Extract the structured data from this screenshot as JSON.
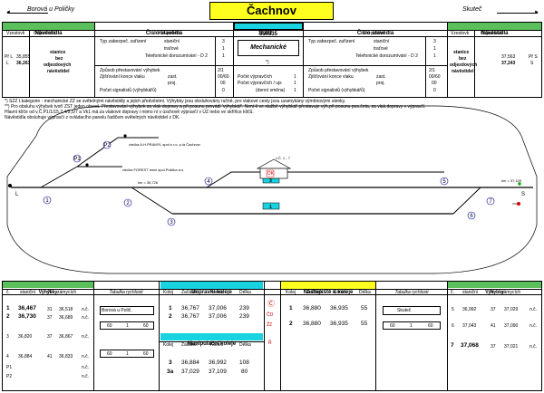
{
  "header": {
    "station": "Čachnov",
    "left_neighbour": "Borová u Poličky",
    "right_neighbour": "Skuteč"
  },
  "top_table": {
    "left": {
      "navestidla": "Návěstidla",
      "cislo_stavedla": "Číslo stavědla",
      "vzestovane": "Vzestovk",
      "odjezdove": "Odjezdová",
      "km_poloha": "Km poloha",
      "pr_l": "Př L",
      "pr_l_km": "35,855",
      "l": "L",
      "l_km": "36,263",
      "stanice_bez": "stanice",
      "stanice_bez2": "bez",
      "stanice_bez3": "odjezdových",
      "stanice_bez4": "návěstidel",
      "typ_zabezp": "Typ zabezpeč. zařízení",
      "stanicni": "staniční",
      "tratove": "traťové",
      "telefonicke": "Telefonické dorozumívání - D 2",
      "n3": "3",
      "n1": "1",
      "n1b": "1",
      "zpusob": "Způsob přestavování výhybek",
      "zjistovani": "Zjišťování konce vlaku",
      "zast": "zast.",
      "proj": "proj.",
      "pocet": "Počet signalistů (výhybkářů)",
      "v21": "2/1",
      "v0060": "00/60",
      "v00": "00",
      "v0": "0"
    },
    "center": {
      "code": "550335",
      "km": "36,662",
      "type": "Mechanické",
      "star": "*)",
      "pocet_vypravcich": "Počet výpravčích",
      "pocet_vyprav_ujs": "Počet výpravčích / ujs",
      "denni": "(denní směna)",
      "c1": "1",
      "c1b": "1",
      "c1c": "1"
    },
    "right": {
      "navestidla": "Návěstidla",
      "cislo_stavedla": "Číslo stavědla",
      "vzestovane": "Vzestovk",
      "odjezdove": "Odjezdová",
      "km_poloha": "Km poloha",
      "typ_zabezp": "Typ zabezpeč. zařízení",
      "stanicni": "staniční",
      "tratove": "traťové",
      "telefonicke": "Telefonické dorozumívání - D 2",
      "n3": "3",
      "n1": "1",
      "n1b": "1",
      "zpusob": "Způsob přestavování výhybek",
      "zjistovani": "Zjišťování konce vlaku",
      "zast": "zast.",
      "proj": "proj.",
      "pocet": "Počet signalistů (výhybkářů)",
      "v21": "2/1",
      "v0060": "00/60",
      "v00": "00",
      "v0": "0",
      "stanice_bez": "stanice",
      "stanice_bez2": "bez",
      "stanice_bez3": "odjezdových",
      "stanice_bez4": "návěstidel",
      "pr_s_km": "37,563",
      "pr_s": "Př S",
      "s_km": "37,243",
      "s": "S"
    }
  },
  "notes": [
    "*)  SZZ I.kategorie - mechanické ZZ se světelnými návěstidly a jejich předvěstmi. Výhybky jsou obsluhovány ručně, pro vlakové cesty jsou uzamykány výměnovými zámky.",
    "**) Pro obsluhu výhybek tvoří ZST jeden obvod. Přestavování výhybek za vlak dopravy a při posunu provádí 'výhybkář'. Není-li ve službě výhybkář přestavuje výh.při posunu pos.četa, za vlak.dopravy v výpravčí.",
    "     Hlavní klíče od v.Č.P1/1/15,2,4/3,5/7 a Vk1 má za vlakové dopravy i mimo ní v úschově výpravčí v ÚZ nebo ve skříňce klíčů.",
    "     Návěstidla obsluhuje výpravčí z ovládacího panelu řadičem světelných návěstidel z DK."
  ],
  "diagram": {
    "siding1": "vlečka A.H.PRAMYL spol.s r.o. p.la Čachnov",
    "siding2": "vlečka FOREST lesní spol.Polička a.s.",
    "km_left": "km = 36,726",
    "km_right": "km = 37,109",
    "vd": "v.Č. 1 - 7",
    "dk": "DK",
    "l": "L",
    "s": "S",
    "track1": "1",
    "track3": "3",
    "sw": [
      "1",
      "2",
      "3",
      "4",
      "5",
      "6",
      "7"
    ]
  },
  "bottom": {
    "vyhybky_left": "Výhybky",
    "tab_rychlosti_left": "Tabulka rychlosti",
    "dopravni_koleje": "Dopravní koleje",
    "manipulacni_koleje": "Manipulační koleje",
    "nastupiste": "Nástupiště u koleje",
    "tab_rychlosti_right": "Tabulka rychlosti",
    "vyhybky_right": "Výhybky",
    "hdr_c": "č.",
    "hdr_stanicni": "staniční",
    "hdr_n": "N",
    "hdr_zamykani": "zámycích",
    "hdr_zadani": "Zádání",
    "hdr_konec": "Konec",
    "hdr_delka": "Délka",
    "hdr_zacatek": "Začátek",
    "hdr_kolej": "Kolej",
    "left_rows": [
      {
        "c": "1",
        "km": "36,467",
        "n": "31",
        "z": "36,518",
        "t": "n.č."
      },
      {
        "c": "2",
        "km": "36,730",
        "n": "37",
        "z": "36,689",
        "t": "n.č."
      },
      {
        "c": "3",
        "km": "36,820",
        "n": "37",
        "z": "36,867",
        "t": "n.č."
      },
      {
        "c": "4",
        "km": "36,884",
        "n": "41",
        "z": "36,833",
        "t": "n.č."
      },
      {
        "c": "P1",
        "km": "",
        "n": "",
        "z": "",
        "t": "n.č."
      },
      {
        "c": "P2",
        "km": "",
        "n": "",
        "z": "",
        "t": "n.č."
      }
    ],
    "speed_left": "Borová u Polič.",
    "speed_vals": [
      "60",
      "1",
      "60",
      "60",
      "1",
      "60"
    ],
    "doprav_rows": [
      {
        "k": "1",
        "z": "36,767",
        "kn": "37,006",
        "d": "239"
      },
      {
        "k": "2",
        "z": "36,767",
        "kn": "37,006",
        "d": "239"
      }
    ],
    "manip_rows": [
      {
        "k": "3",
        "z": "36,884",
        "kn": "36,992",
        "d": "108"
      },
      {
        "k": "3a",
        "z": "37,029",
        "kn": "37,109",
        "d": "80"
      }
    ],
    "marks": [
      "Ⓒ",
      "ČD",
      "ŽZ",
      "Ř"
    ],
    "nast_rows": [
      {
        "k": "1",
        "z": "36,880",
        "kn": "36,935",
        "d": "55"
      },
      {
        "k": "2",
        "z": "36,880",
        "kn": "36,935",
        "d": "55"
      }
    ],
    "speed_right": "Skuteč",
    "right_rows": [
      {
        "c": "5",
        "km": "36,992",
        "n": "37",
        "z": "37,029",
        "t": "n.č."
      },
      {
        "c": "6",
        "km": "37,043",
        "n": "41",
        "z": "37,090",
        "t": "n.č."
      },
      {
        "c": "7",
        "km": "37,068",
        "n": "37",
        "z": "37,021",
        "t": "n.č."
      }
    ]
  }
}
